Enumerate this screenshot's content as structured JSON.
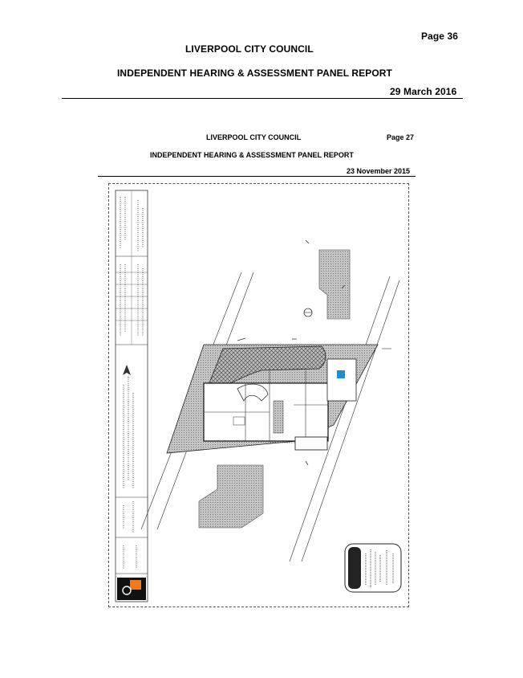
{
  "outer_header": {
    "page": "Page 36",
    "council": "LIVERPOOL CITY COUNCIL",
    "report": "INDEPENDENT HEARING & ASSESSMENT PANEL REPORT",
    "date": "29 March 2016"
  },
  "inner_header": {
    "council": "LIVERPOOL CITY COUNCIL",
    "page": "Page 27",
    "report": "INDEPENDENT HEARING & ASSESSMENT PANEL REPORT",
    "date": "23 November 2015"
  },
  "drawing": {
    "type": "site plan",
    "colors": {
      "hatch": "#9a9a9a",
      "accent": "#f07a1e",
      "blue": "#1e8fd0"
    }
  }
}
